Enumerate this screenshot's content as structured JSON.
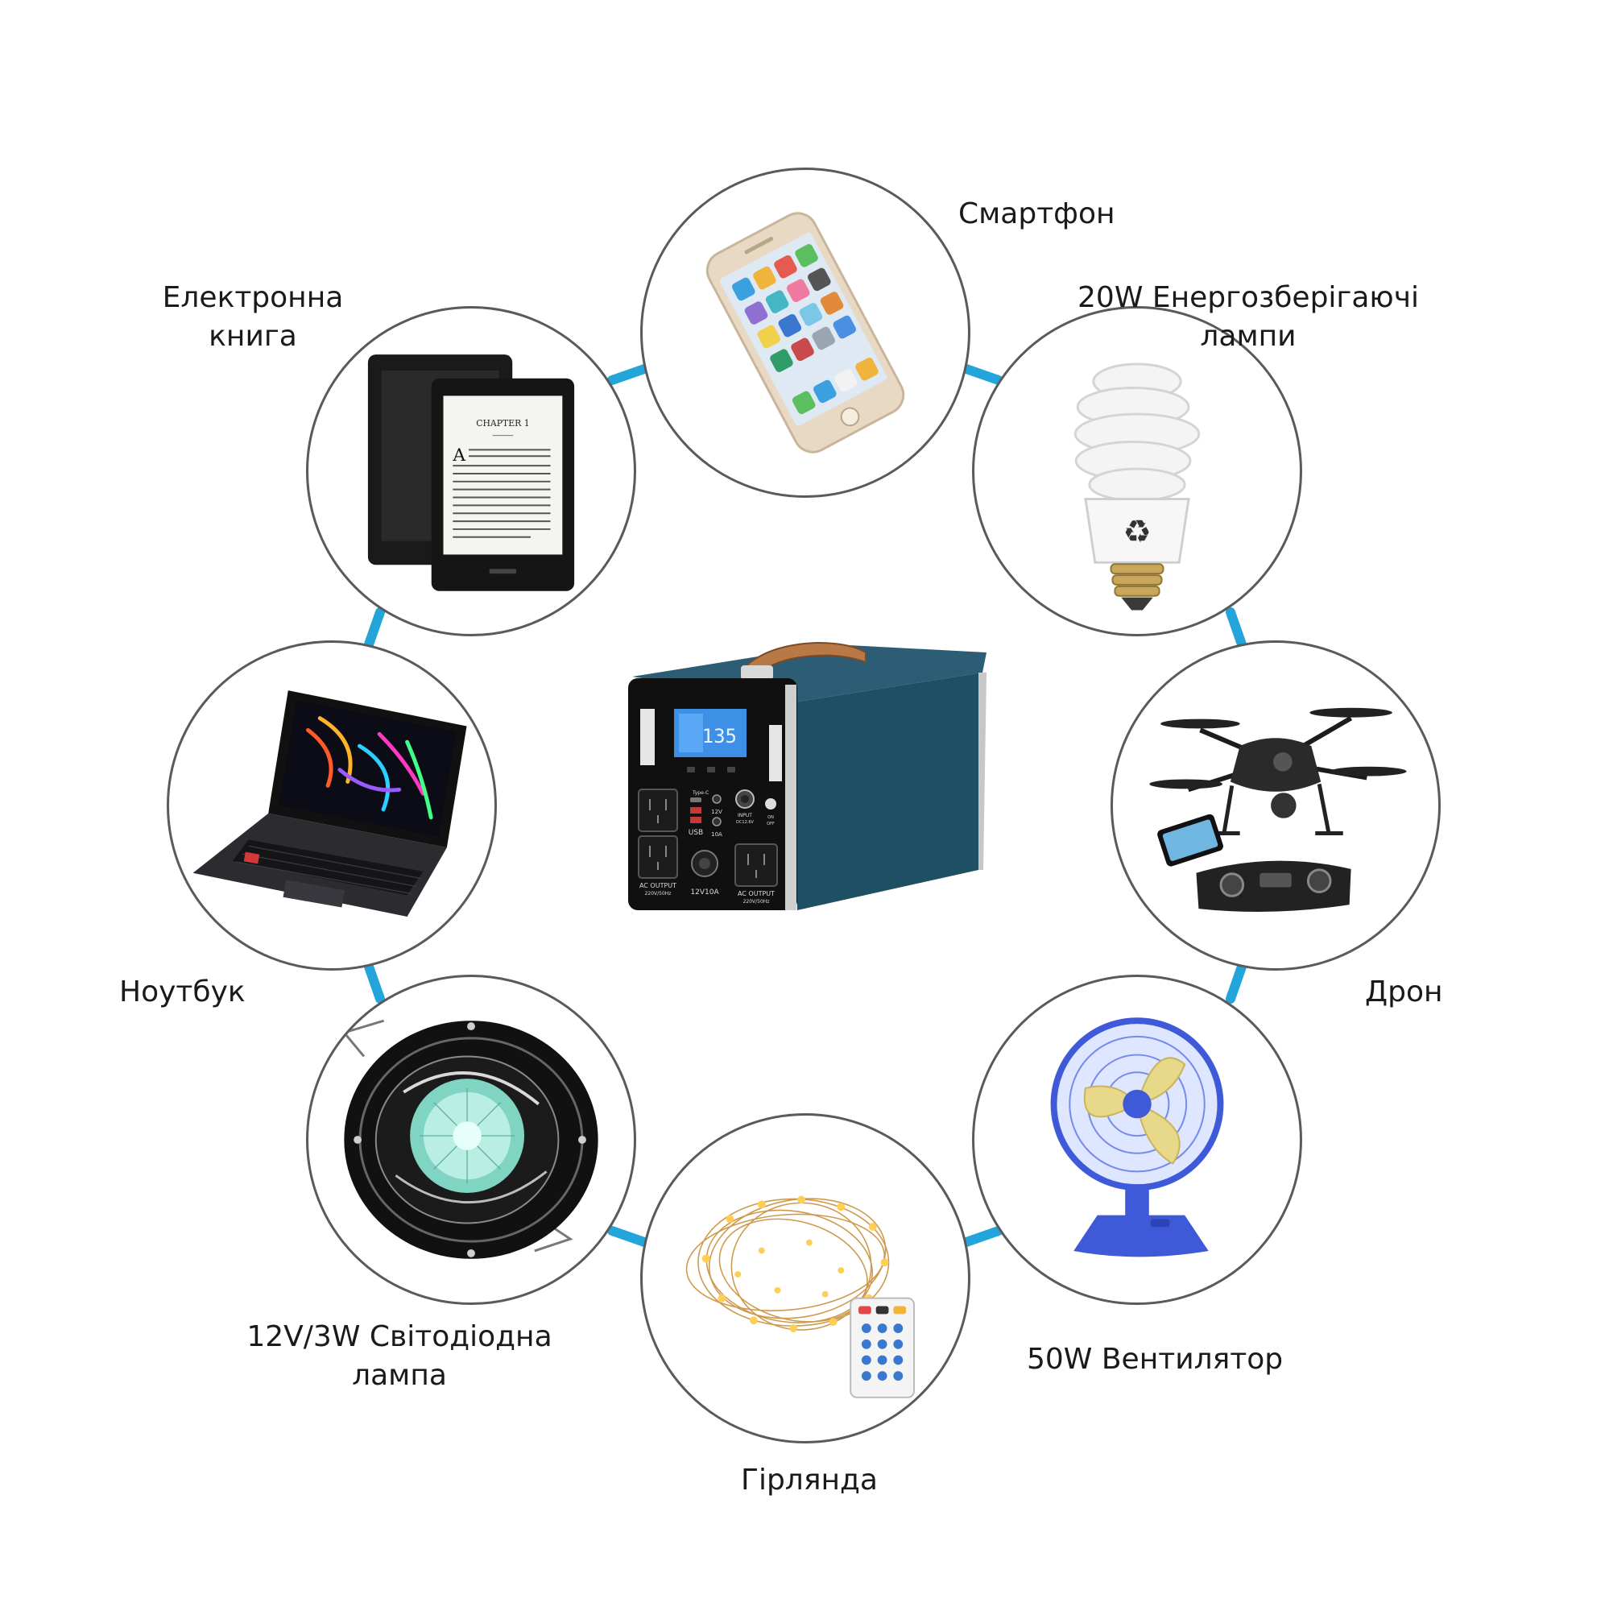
{
  "devices": [
    {
      "id": "smartphone",
      "lines": [
        "Смартфон"
      ],
      "icon": "smartphone-icon"
    },
    {
      "id": "cfl-lamp",
      "lines": [
        "20W Енергозберігаючі",
        "лампи"
      ],
      "icon": "energy-saving-bulb-icon"
    },
    {
      "id": "drone",
      "lines": [
        "Дрон"
      ],
      "icon": "drone-icon"
    },
    {
      "id": "fan",
      "lines": [
        "50W Вентилятор"
      ],
      "icon": "desk-fan-icon"
    },
    {
      "id": "garland",
      "lines": [
        "Гірлянда"
      ],
      "icon": "string-lights-icon"
    },
    {
      "id": "led-lamp",
      "lines": [
        "12V/3W Світодіодна",
        "лампа"
      ],
      "icon": "downlight-icon"
    },
    {
      "id": "laptop",
      "lines": [
        "Ноутбук"
      ],
      "icon": "laptop-icon"
    },
    {
      "id": "ebook",
      "lines": [
        "Електронна",
        "книга"
      ],
      "icon": "ebook-reader-icon"
    }
  ],
  "ebook_screen": {
    "chapter": "CHAPTER 1",
    "dropcap": "A"
  },
  "power_station": {
    "display_value": "135",
    "usb_label": "USB",
    "type_c_label": "Type-C",
    "dc_12v_label": "12V",
    "dc_10a_label": "10A",
    "input_label": "INPUT",
    "input_spec": "DC12.6V",
    "on_label": "ON",
    "off_label": "OFF",
    "ac_output_left": "AC OUTPUT",
    "ac_output_left_spec": "220V/50Hz",
    "ac_output_right": "AC OUTPUT",
    "ac_output_right_spec": "220V/50Hz",
    "cig_label": "12V10A"
  },
  "colors": {
    "accent": "#23a5dc",
    "circle_border": "#5a5a5a",
    "device_body": "#1f4f63"
  }
}
